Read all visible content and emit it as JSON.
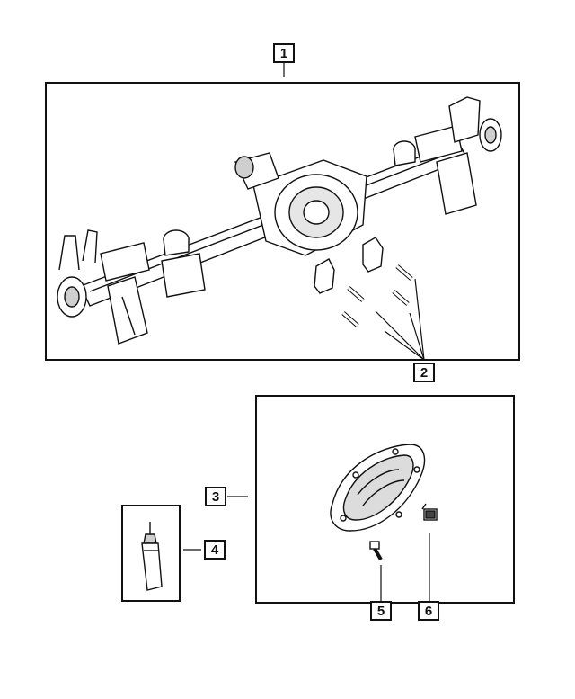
{
  "callouts": [
    {
      "id": "1",
      "label": "1"
    },
    {
      "id": "2",
      "label": "2"
    },
    {
      "id": "3",
      "label": "3"
    },
    {
      "id": "4",
      "label": "4"
    },
    {
      "id": "5",
      "label": "5"
    },
    {
      "id": "6",
      "label": "6"
    }
  ],
  "parts": [
    {
      "callout": "1",
      "icon": "rear-axle-housing-icon"
    },
    {
      "callout": "2",
      "icon": "brackets-and-bolts-icon"
    },
    {
      "callout": "3",
      "icon": "differential-cover-icon"
    },
    {
      "callout": "4",
      "icon": "sealant-tube-icon"
    },
    {
      "callout": "5",
      "icon": "cover-bolt-icon"
    },
    {
      "callout": "6",
      "icon": "fill-plug-icon"
    }
  ],
  "colors": {
    "line": "#111111",
    "background": "#ffffff",
    "shade": "#cfcfcf"
  }
}
